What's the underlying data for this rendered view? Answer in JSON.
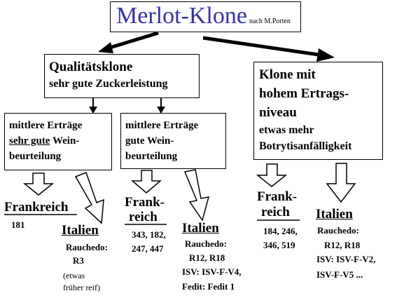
{
  "title": {
    "main": "Merlot-Klone",
    "source": "nach M.Porten"
  },
  "quality_box": {
    "line1": "Qualitätsklone",
    "line2": "sehr gute Zuckerleistung"
  },
  "yield_box": {
    "line1": "Klone mit",
    "line2": "hohem Ertrags-",
    "line3": "niveau",
    "line4": "etwas mehr",
    "line5": "Botrytisanfälligkeit"
  },
  "sub_box_1": {
    "line1": "mittlere Erträge",
    "line2_underlined": "sehr gute",
    "line2_rest": " Wein-",
    "line3": "beurteilung"
  },
  "sub_box_2": {
    "line1": "mittlere Erträge",
    "line2": "gute Wein-",
    "line3": "beurteilung"
  },
  "group1": {
    "france_label": "Frankreich",
    "france_clones": "181",
    "italy_label": "Italien",
    "italy_source": "Rauchedo:",
    "italy_clones": "R3",
    "italy_note1": "(etwas",
    "italy_note2": "früher reif)"
  },
  "group2": {
    "france_label1": "Frank-",
    "france_label2": "reich",
    "france_clones1": "343, 182,",
    "france_clones2": "247, 447",
    "italy_label": "Italien",
    "italy_source": "Rauchedo:",
    "italy_clones": "R12, R18",
    "isv": "ISV: ISV-F-V4,",
    "fedit": "Fedit: Fedit 1"
  },
  "group3": {
    "france_label1": "Frank-",
    "france_label2": "reich",
    "france_clones1": "184, 246,",
    "france_clones2": "346, 519",
    "italy_label": "Italien",
    "italy_source": "Rauchedo:",
    "italy_clones": "R12, R18",
    "isv1": "ISV: ISV-F-V2,",
    "isv2": "ISV-F-V5 ..."
  }
}
